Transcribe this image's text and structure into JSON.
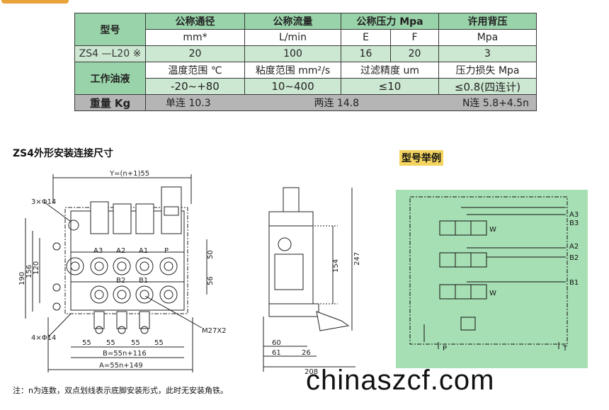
{
  "table": {
    "model_label": "型号",
    "h_bore": "公称通径",
    "h_flow": "公称流量",
    "h_pressure": "公称压力 Mpa",
    "h_back": "许用背压",
    "u_bore": "mm*",
    "u_flow": "L/min",
    "u_e": "E",
    "u_f": "F",
    "u_back": "Mpa",
    "model_value": "ZS4 —L20 ※",
    "v_bore": "20",
    "v_flow": "100",
    "v_e": "16",
    "v_f": "20",
    "v_back": "3",
    "oil_label": "工作油液",
    "oil_h_temp": "温度范围 ℃",
    "oil_h_visc": "粘度范围 mm²/s",
    "oil_h_filter": "过滤精度 um",
    "oil_h_loss": "压力损失  Mpa",
    "oil_v_temp": "-20~+80",
    "oil_v_visc": "10~400",
    "oil_v_filter": "≤10",
    "oil_v_loss": "≤0.8(四连计)",
    "weight_label": "重量 Kg",
    "weight_single": "单连 10.3",
    "weight_double": "两连 14.8",
    "weight_n": "N连 5.8+4.5n"
  },
  "section_dims": "ZS4外形安装连接尺寸",
  "section_example": "型号举例",
  "drawing": {
    "y_dim": "Y=(n+1)55",
    "hole_top": "3×Φ14",
    "hole_bottom": "4×Φ14",
    "port_a3": "A3",
    "port_a2": "A2",
    "port_a1": "A1",
    "port_p": "P",
    "port_b2": "B2",
    "port_b1": "B1",
    "thread": "M27X2",
    "d190": "190",
    "d156": "156",
    "d120": "120",
    "d50": "50",
    "d56": "56",
    "d55a": "55",
    "d55b": "55",
    "d55c": "55",
    "d55d": "55",
    "dim_b": "B=55n+116",
    "dim_a": "A=55n+149",
    "d154": "154",
    "d247": "247",
    "d60": "60",
    "d61": "61",
    "d26": "26",
    "d208": "208"
  },
  "schematic": {
    "a3": "A3",
    "b3": "B3",
    "a2": "A2",
    "b2": "B2",
    "b1": "B1",
    "p": "P",
    "t": "T",
    "w": "W"
  },
  "note": "注：n为连数，双点划线表示底脚安装形式，此时无安装角铁。",
  "watermark": "chinaszcf.com",
  "colors": {
    "header_green": "#99d3a9",
    "light_green": "#cde8d2",
    "weight_gray": "#b5b5b5",
    "schematic_bg": "#a6dfb4",
    "section_highlight": "#f4d35e"
  }
}
